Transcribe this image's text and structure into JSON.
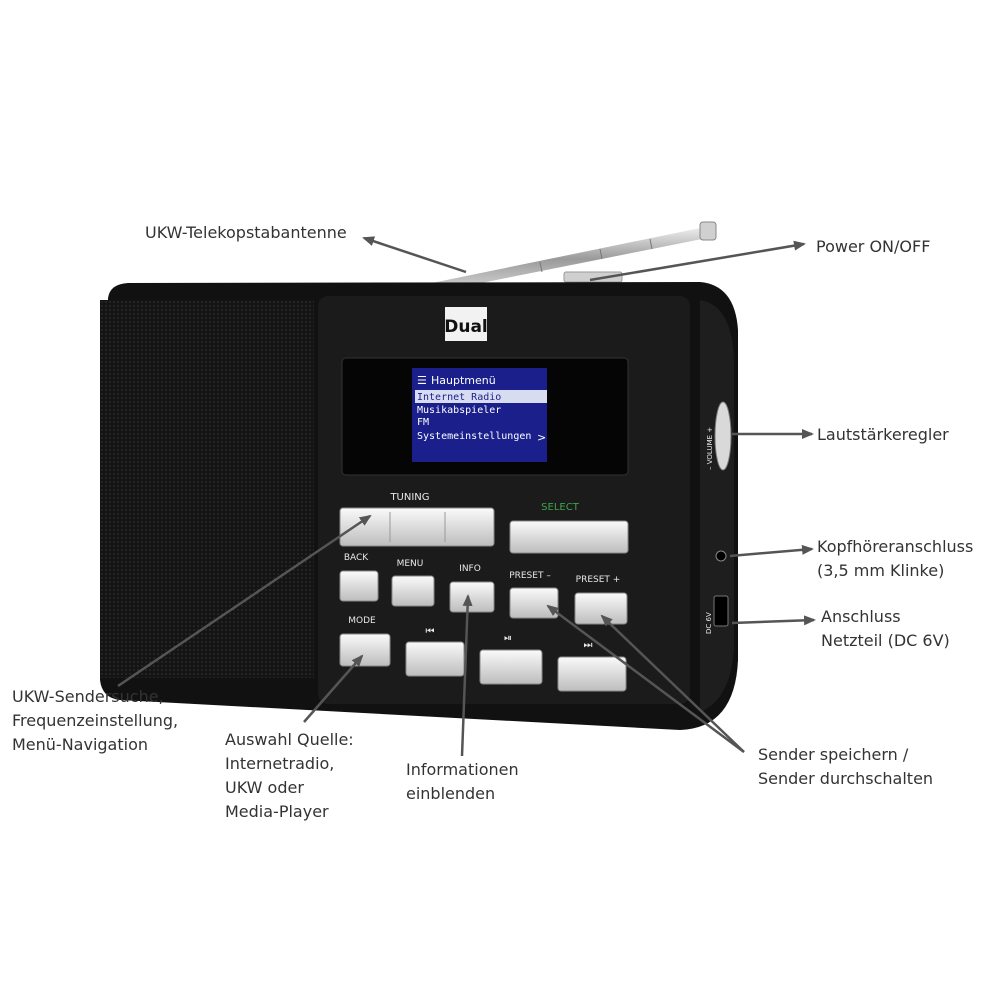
{
  "device": {
    "brand": "Dual",
    "display": {
      "menu_title": "Hauptmenü",
      "items": [
        "Internet Radio",
        "Musikabspieler",
        "FM",
        "Systemeinstellungen"
      ],
      "selected_index": 0,
      "more_glyph": ">"
    },
    "labels": {
      "tuning": "TUNING",
      "select": "SELECT",
      "back": "BACK",
      "menu": "MENU",
      "info": "INFO",
      "preset_minus": "PRESET –",
      "preset_plus": "PRESET +",
      "mode": "MODE",
      "prev": "⏮",
      "play_pause": "⏯",
      "next": "⏭",
      "volume": "– VOLUME +",
      "dc": "DC 6V"
    }
  },
  "callouts": {
    "antenna": [
      "UKW-Telekopstabantenne"
    ],
    "power": [
      "Power ON/OFF"
    ],
    "volume": [
      "Lautstärkeregler"
    ],
    "headphone": [
      "Kopfhöreranschluss",
      "(3,5 mm Klinke)"
    ],
    "power_supply": [
      "Anschluss",
      "Netzteil (DC 6V)"
    ],
    "tuning": [
      "UKW-Sendersuche,",
      "Frequenzeinstellung,",
      "Menü-Navigation"
    ],
    "mode": [
      "Auswahl Quelle:",
      "Internetradio,",
      "UKW oder",
      "Media-Player"
    ],
    "info": [
      "Informationen",
      "einblenden"
    ],
    "preset": [
      "Sender speichern /",
      "Sender durchschalten"
    ]
  },
  "colors": {
    "body": "#121212",
    "panel": "#1c1c1c",
    "screen_bg": "#1a1f8c",
    "screen_highlight": "#d8dcf0",
    "button": "#e6e6e6",
    "label": "#e8e8e8",
    "select_label": "#3fa34d",
    "arrow": "#555555",
    "text": "#333333"
  }
}
